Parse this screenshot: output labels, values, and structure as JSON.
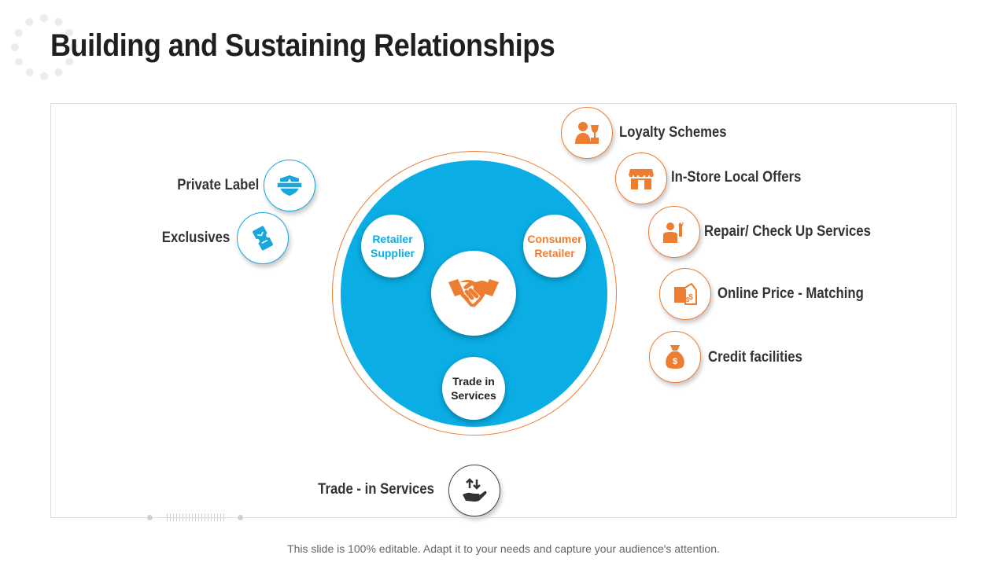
{
  "title": "Building and Sustaining Relationships",
  "center": {
    "retailer_supplier": "Retailer Supplier",
    "consumer_retailer": "Consumer Retailer",
    "trade_in": "Trade in Services"
  },
  "left_items": [
    {
      "label": "Private Label",
      "icon": "shield-badge-icon"
    },
    {
      "label": "Exclusives",
      "icon": "ticket-icon"
    }
  ],
  "right_items": [
    {
      "label": "Loyalty Schemes",
      "icon": "person-trophy-icon"
    },
    {
      "label": "In-Store Local Offers",
      "icon": "store-icon"
    },
    {
      "label": "Repair/ Check Up Services",
      "icon": "repair-person-icon"
    },
    {
      "label": "Online Price - Matching",
      "icon": "price-tag-icon"
    },
    {
      "label": "Credit facilities",
      "icon": "money-bag-icon"
    }
  ],
  "bottom_item": {
    "label": "Trade - in Services",
    "icon": "hand-exchange-icon"
  },
  "footer": "This slide is 100% editable. Adapt it to your needs and capture your audience's attention.",
  "colors": {
    "blue": "#0aaee4",
    "orange": "#ed7d31",
    "text": "#333333"
  }
}
